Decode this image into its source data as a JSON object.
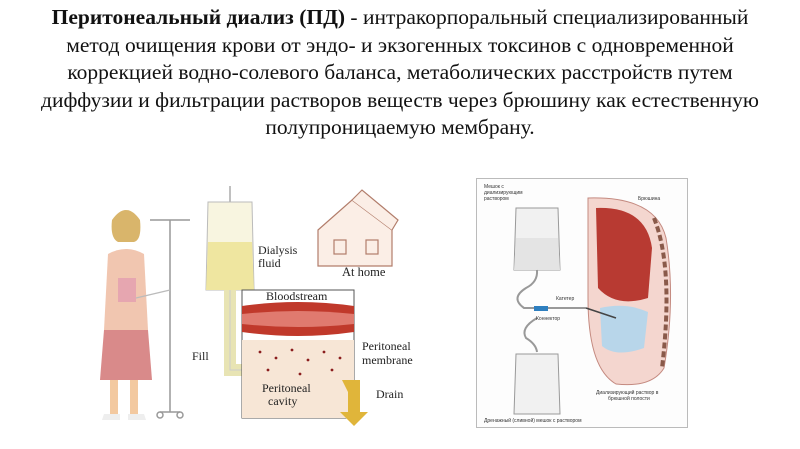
{
  "slide": {
    "term": "Перитонеальный диализ (ПД)",
    "definition": " - интракорпоральный специализированный метод очищения крови от эндо- и экзогенных токсинов с одновременной коррекцией водно-солевого баланса, метаболических расстройств путем диффузии и фильтрации растворов веществ через брюшину как естественную полупроницаемую мембрану."
  },
  "left_figure": {
    "dialysis_fluid_1": "Dialysis",
    "dialysis_fluid_2": "fluid",
    "at_home": "At home",
    "bloodstream": "Bloodstream",
    "peritoneal_membrane_1": "Peritoneal",
    "peritoneal_membrane_2": "membrane",
    "fill": "Fill",
    "peritoneal_cavity_1": "Peritoneal",
    "peritoneal_cavity_2": "cavity",
    "drain": "Drain"
  },
  "right_figure": {
    "bag_label_1": "Мешок с",
    "bag_label_2": "диализирующим",
    "bag_label_3": "раствором",
    "catheter": "Катетер",
    "connector": "Коннектор",
    "cavity_1": "Диализирующий раствор в",
    "cavity_2": "брюшной полости",
    "drain_bag": "Дренажный (сливной) мешок с раствором",
    "peritoneum": "Брюшина"
  },
  "colors": {
    "fluid": "#efe6a0",
    "blood": "#c0392b",
    "drain": "#e0b53a"
  }
}
